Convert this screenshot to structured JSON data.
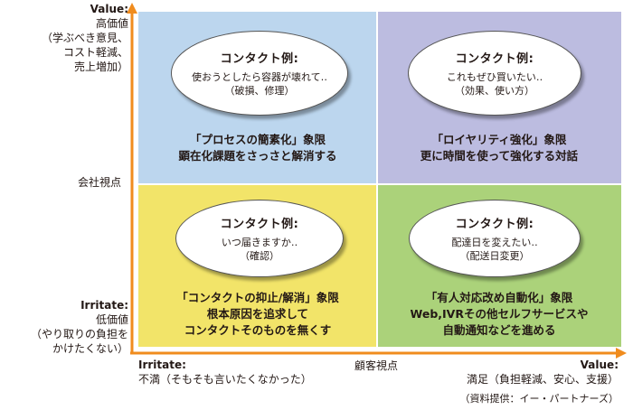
{
  "quadrants": {
    "top_left": {
      "contact_title": "コンタクト例:",
      "contact_lines": [
        "使おうとしたら容器が壊れて‥",
        "（破損、修理）"
      ],
      "strategy_lines": [
        "「プロセスの簡素化」象限",
        "顕在化課題をさっさと解消する"
      ],
      "color": "#bcd6ee"
    },
    "top_right": {
      "contact_title": "コンタクト例:",
      "contact_lines": [
        "これもぜひ買いたい‥",
        "（効果、使い方）"
      ],
      "strategy_lines": [
        "「ロイヤリティ強化」象限",
        "更に時間を使って強化する対話"
      ],
      "color": "#bcbce0"
    },
    "bottom_left": {
      "contact_title": "コンタクト例:",
      "contact_lines": [
        "いつ届きますか‥",
        "（確認）"
      ],
      "strategy_lines": [
        "「コンタクトの抑止/解消」象限",
        "根本原因を追求して",
        "コンタクトそのものを無くす"
      ],
      "color": "#f2e469"
    },
    "bottom_right": {
      "contact_title": "コンタクト例:",
      "contact_lines": [
        "配達日を変えたい‥",
        "（配送日変更）"
      ],
      "strategy_lines": [
        "「有人対応改め自動化」象限",
        "Web,IVRその他セルフサービスや",
        "自動通知などを進める"
      ],
      "color": "#abd27a"
    }
  },
  "y_axis": {
    "top_lines": [
      "Value:",
      "高価値",
      "（学ぶべき意見、",
      "コスト軽減、",
      "売上増加）"
    ],
    "mid_label": "会社視点",
    "bottom_lines": [
      "Irritate:",
      "低価値",
      "（やり取りの負担を",
      "かけたくない）"
    ]
  },
  "x_axis": {
    "left_lines": [
      "Irritate:",
      "不満（そもそも言いたくなかった）"
    ],
    "mid_label": "顧客視点",
    "right_lines": [
      "Value:",
      "満足（負担軽減、安心、支援）"
    ]
  },
  "source_note": "（資料提供：イー・パートナーズ）",
  "axis_color": "#f08c1e"
}
